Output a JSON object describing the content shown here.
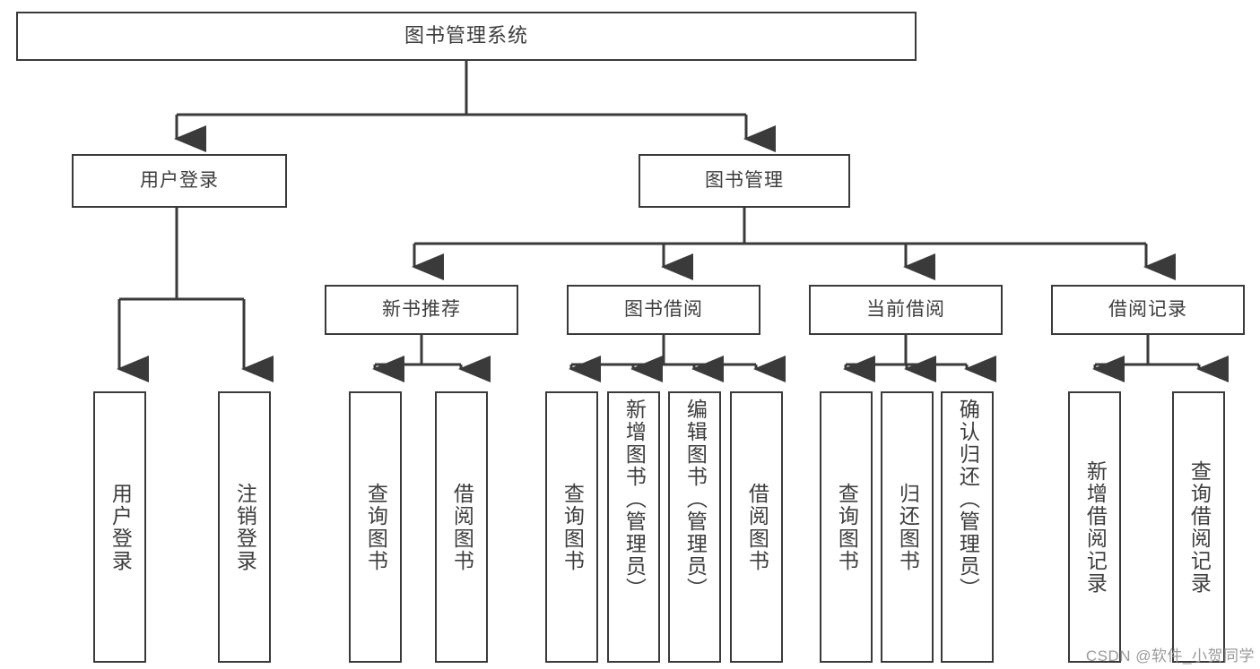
{
  "title": "图书管理系统",
  "watermark": "CSDN @软件_小贺同学",
  "colors": {
    "stroke": "#3a3a3a",
    "text": "#3d3d3d",
    "background": "#ffffff",
    "watermark": "#9a9a9a"
  },
  "root": {
    "label": "图书管理系统"
  },
  "level2": [
    {
      "label": "用户登录"
    },
    {
      "label": "图书管理"
    }
  ],
  "level3": [
    {
      "label": "新书推荐"
    },
    {
      "label": "图书借阅"
    },
    {
      "label": "当前借阅"
    },
    {
      "label": "借阅记录"
    }
  ],
  "leaves": [
    {
      "label": "用户登录",
      "parent": "用户登录"
    },
    {
      "label": "注销登录",
      "parent": "用户登录"
    },
    {
      "label": "查询图书",
      "parent": "新书推荐"
    },
    {
      "label": "借阅图书",
      "parent": "新书推荐"
    },
    {
      "label": "查询图书",
      "parent": "图书借阅"
    },
    {
      "label": "新增图书（管理员）",
      "parent": "图书借阅"
    },
    {
      "label": "编辑图书（管理员）",
      "parent": "图书借阅"
    },
    {
      "label": "借阅图书",
      "parent": "图书借阅"
    },
    {
      "label": "查询图书",
      "parent": "当前借阅"
    },
    {
      "label": "归还图书",
      "parent": "当前借阅"
    },
    {
      "label": "确认归还（管理员）",
      "parent": "当前借阅"
    },
    {
      "label": "新增借阅记录",
      "parent": "借阅记录"
    },
    {
      "label": "查询借阅记录",
      "parent": "借阅记录"
    }
  ],
  "chart_data": {
    "type": "tree",
    "title": "图书管理系统",
    "nodes": [
      {
        "id": "root",
        "label": "图书管理系统",
        "level": 1,
        "parent": null
      },
      {
        "id": "n2a",
        "label": "用户登录",
        "level": 2,
        "parent": "root"
      },
      {
        "id": "n2b",
        "label": "图书管理",
        "level": 2,
        "parent": "root"
      },
      {
        "id": "l1",
        "label": "用户登录",
        "level": 3,
        "parent": "n2a"
      },
      {
        "id": "l2",
        "label": "注销登录",
        "level": 3,
        "parent": "n2a"
      },
      {
        "id": "n3a",
        "label": "新书推荐",
        "level": 3,
        "parent": "n2b"
      },
      {
        "id": "n3b",
        "label": "图书借阅",
        "level": 3,
        "parent": "n2b"
      },
      {
        "id": "n3c",
        "label": "当前借阅",
        "level": 3,
        "parent": "n2b"
      },
      {
        "id": "n3d",
        "label": "借阅记录",
        "level": 3,
        "parent": "n2b"
      },
      {
        "id": "l3",
        "label": "查询图书",
        "level": 4,
        "parent": "n3a"
      },
      {
        "id": "l4",
        "label": "借阅图书",
        "level": 4,
        "parent": "n3a"
      },
      {
        "id": "l5",
        "label": "查询图书",
        "level": 4,
        "parent": "n3b"
      },
      {
        "id": "l6",
        "label": "新增图书（管理员）",
        "level": 4,
        "parent": "n3b"
      },
      {
        "id": "l7",
        "label": "编辑图书（管理员）",
        "level": 4,
        "parent": "n3b"
      },
      {
        "id": "l8",
        "label": "借阅图书",
        "level": 4,
        "parent": "n3b"
      },
      {
        "id": "l9",
        "label": "查询图书",
        "level": 4,
        "parent": "n3c"
      },
      {
        "id": "l10",
        "label": "归还图书",
        "level": 4,
        "parent": "n3c"
      },
      {
        "id": "l11",
        "label": "确认归还（管理员）",
        "level": 4,
        "parent": "n3c"
      },
      {
        "id": "l12",
        "label": "新增借阅记录",
        "level": 4,
        "parent": "n3d"
      },
      {
        "id": "l13",
        "label": "查询借阅记录",
        "level": 4,
        "parent": "n3d"
      }
    ]
  }
}
